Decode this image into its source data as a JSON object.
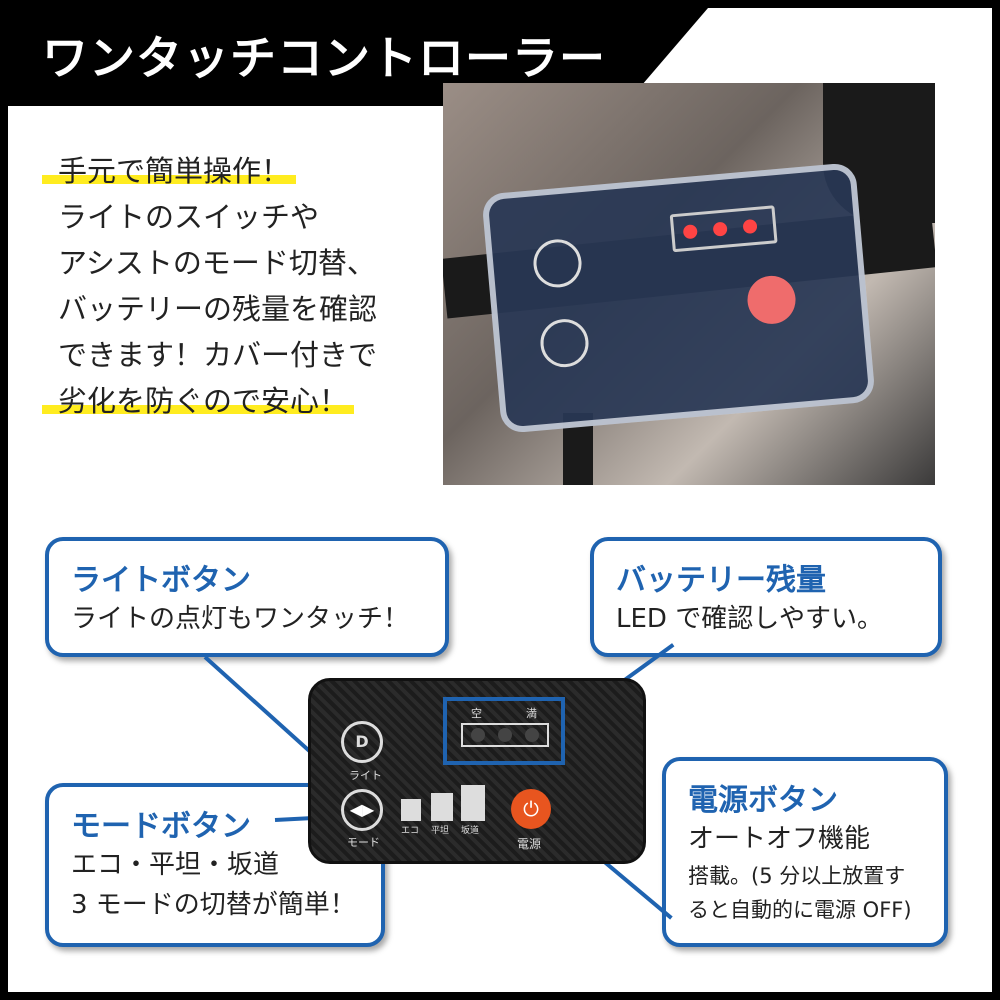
{
  "header": {
    "title": "ワンタッチコントローラー"
  },
  "intro": {
    "lines": [
      "手元で簡単操作！",
      "ライトのスイッチや",
      "アシストのモード切替、",
      "バッテリーの残量を確認",
      "できます！カバー付きで",
      "劣化を防ぐので安心！"
    ]
  },
  "device": {
    "battery_empty": "空",
    "battery_full": "満",
    "light": "ライト",
    "mode": "モード",
    "modes": [
      "エコ",
      "平坦",
      "坂道"
    ],
    "power": "電源"
  },
  "callouts": {
    "light": {
      "title": "ライトボタン",
      "body": "ライトの点灯もワンタッチ！"
    },
    "battery": {
      "title": "バッテリー残量",
      "body": "LED で確認しやすい。"
    },
    "mode": {
      "title": "モードボタン",
      "body1": "エコ・平坦・坂道",
      "body2": "3 モードの切替が簡単！"
    },
    "power": {
      "title": "電源ボタン",
      "body1": "オートオフ機能",
      "body2": "搭載。(5 分以上放置す",
      "body3": "ると自動的に電源 OFF)"
    }
  },
  "colors": {
    "accent": "#1f63b0",
    "highlight": "#ffec1f",
    "power": "#e8551f"
  }
}
